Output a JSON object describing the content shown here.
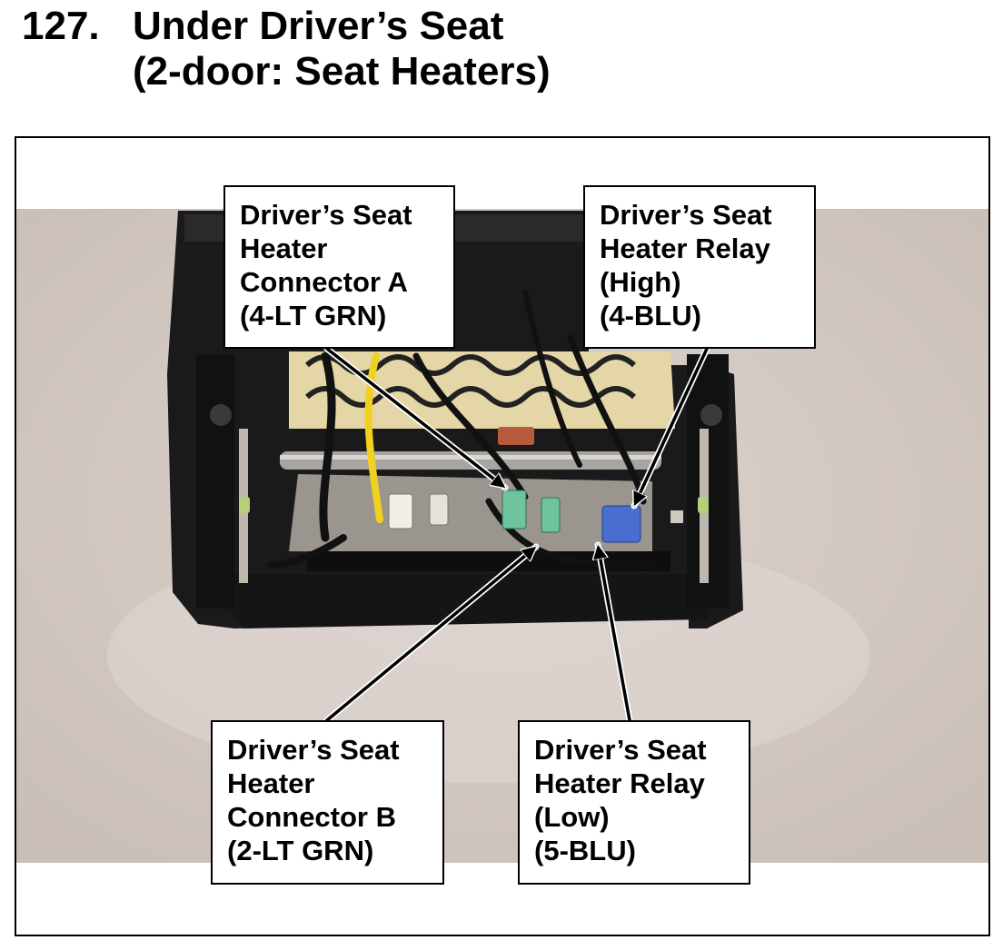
{
  "page": {
    "number": "127.",
    "title_line1": "Under Driver’s Seat",
    "title_line2": "(2-door: Seat Heaters)"
  },
  "callouts": {
    "connector_a": {
      "lines": [
        "Driver’s Seat",
        "Heater",
        "Connector A",
        "(4-LT GRN)"
      ]
    },
    "relay_high": {
      "lines": [
        "Driver’s Seat",
        "Heater Relay",
        "(High)",
        "(4-BLU)"
      ]
    },
    "connector_b": {
      "lines": [
        "Driver’s Seat",
        "Heater",
        "Connector B",
        "(2-LT GRN)"
      ]
    },
    "relay_low": {
      "lines": [
        "Driver’s Seat",
        "Heater Relay",
        "(Low)",
        "(5-BLU)"
      ]
    }
  },
  "colors": {
    "backdrop": "#d3c8c2",
    "seat_frame": "#1c1c1c",
    "connector_green": "#6fc4a0",
    "relay_blue": "#4a6ed0",
    "yellow_wire": "#f0d020"
  }
}
